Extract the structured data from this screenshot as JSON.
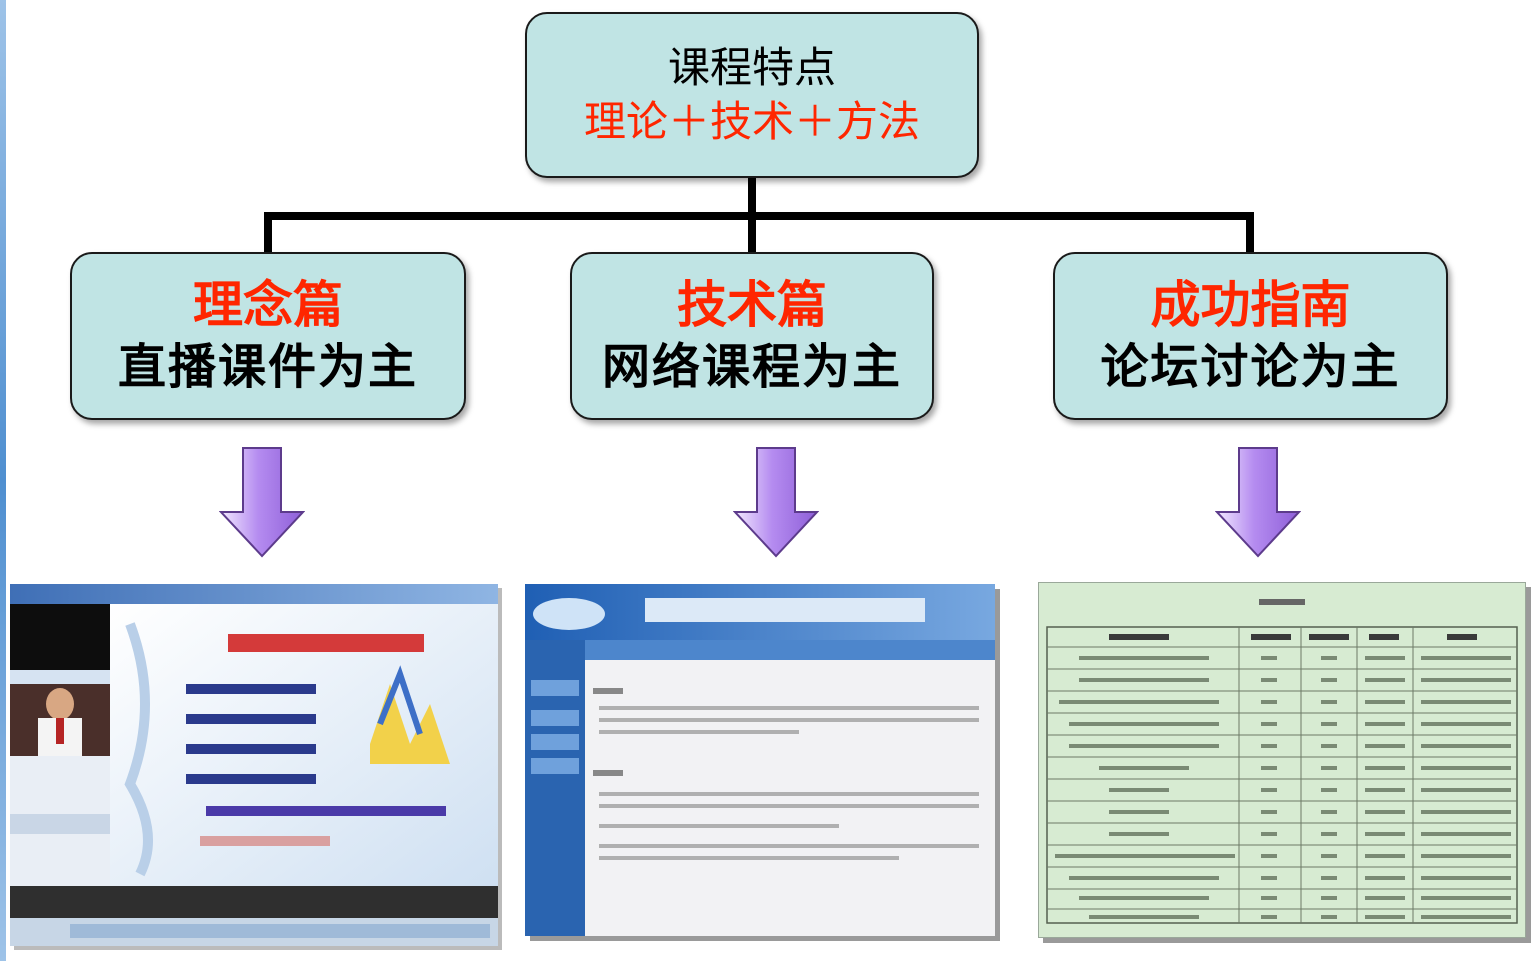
{
  "root": {
    "title": "课程特点",
    "subtitle": "理论＋技术＋方法"
  },
  "branches": [
    {
      "title": "理念篇",
      "subtitle": "直播课件为主"
    },
    {
      "title": "技术篇",
      "subtitle": "网络课程为主"
    },
    {
      "title": "成功指南",
      "subtitle": "论坛讨论为主"
    }
  ],
  "colors": {
    "box_fill": "#c0e4e4",
    "highlight_text": "#ff2600",
    "arrow_fill": "#b58cf0",
    "connector": "#000000"
  },
  "icons": [
    "down-arrow-icon"
  ]
}
